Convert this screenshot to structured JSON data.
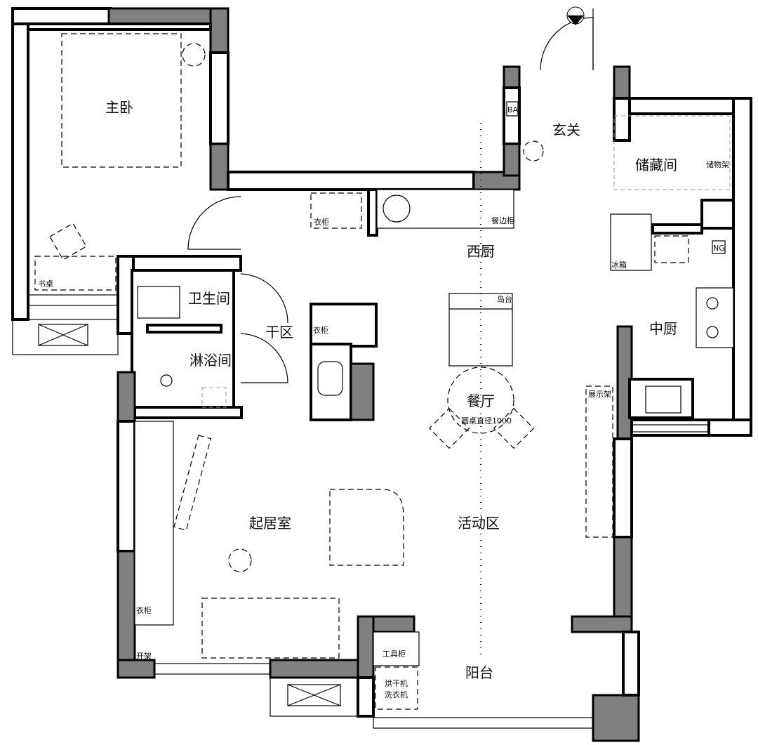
{
  "rooms": {
    "master_bedroom": "主卧",
    "desk": "书桌",
    "toilet": "卫生间",
    "shower": "淋浴间",
    "dry_area": "干区",
    "wardrobe_top": "衣柜",
    "wardrobe_mid": "衣柜",
    "wardrobe_left": "衣柜",
    "sideboard": "餐边柜",
    "western_kitchen": "西厨",
    "island": "岛台",
    "dining": "餐厅",
    "round_table": "圆桌直径1000",
    "entrance": "玄关",
    "ba": "BA",
    "storage": "储藏间",
    "storage_shelf": "储物架",
    "ng": "NG",
    "fridge": "冰箱",
    "chinese_kitchen": "中厨",
    "display_shelf": "展示架",
    "living_room": "起居室",
    "activity_area": "活动区",
    "open_shelf": "开架",
    "tool_cabinet": "工具柜",
    "dryer": "烘干机",
    "washer": "洗衣机",
    "balcony": "阳台"
  },
  "colors": {
    "wall_fill": "#808080",
    "line": "#000000"
  }
}
